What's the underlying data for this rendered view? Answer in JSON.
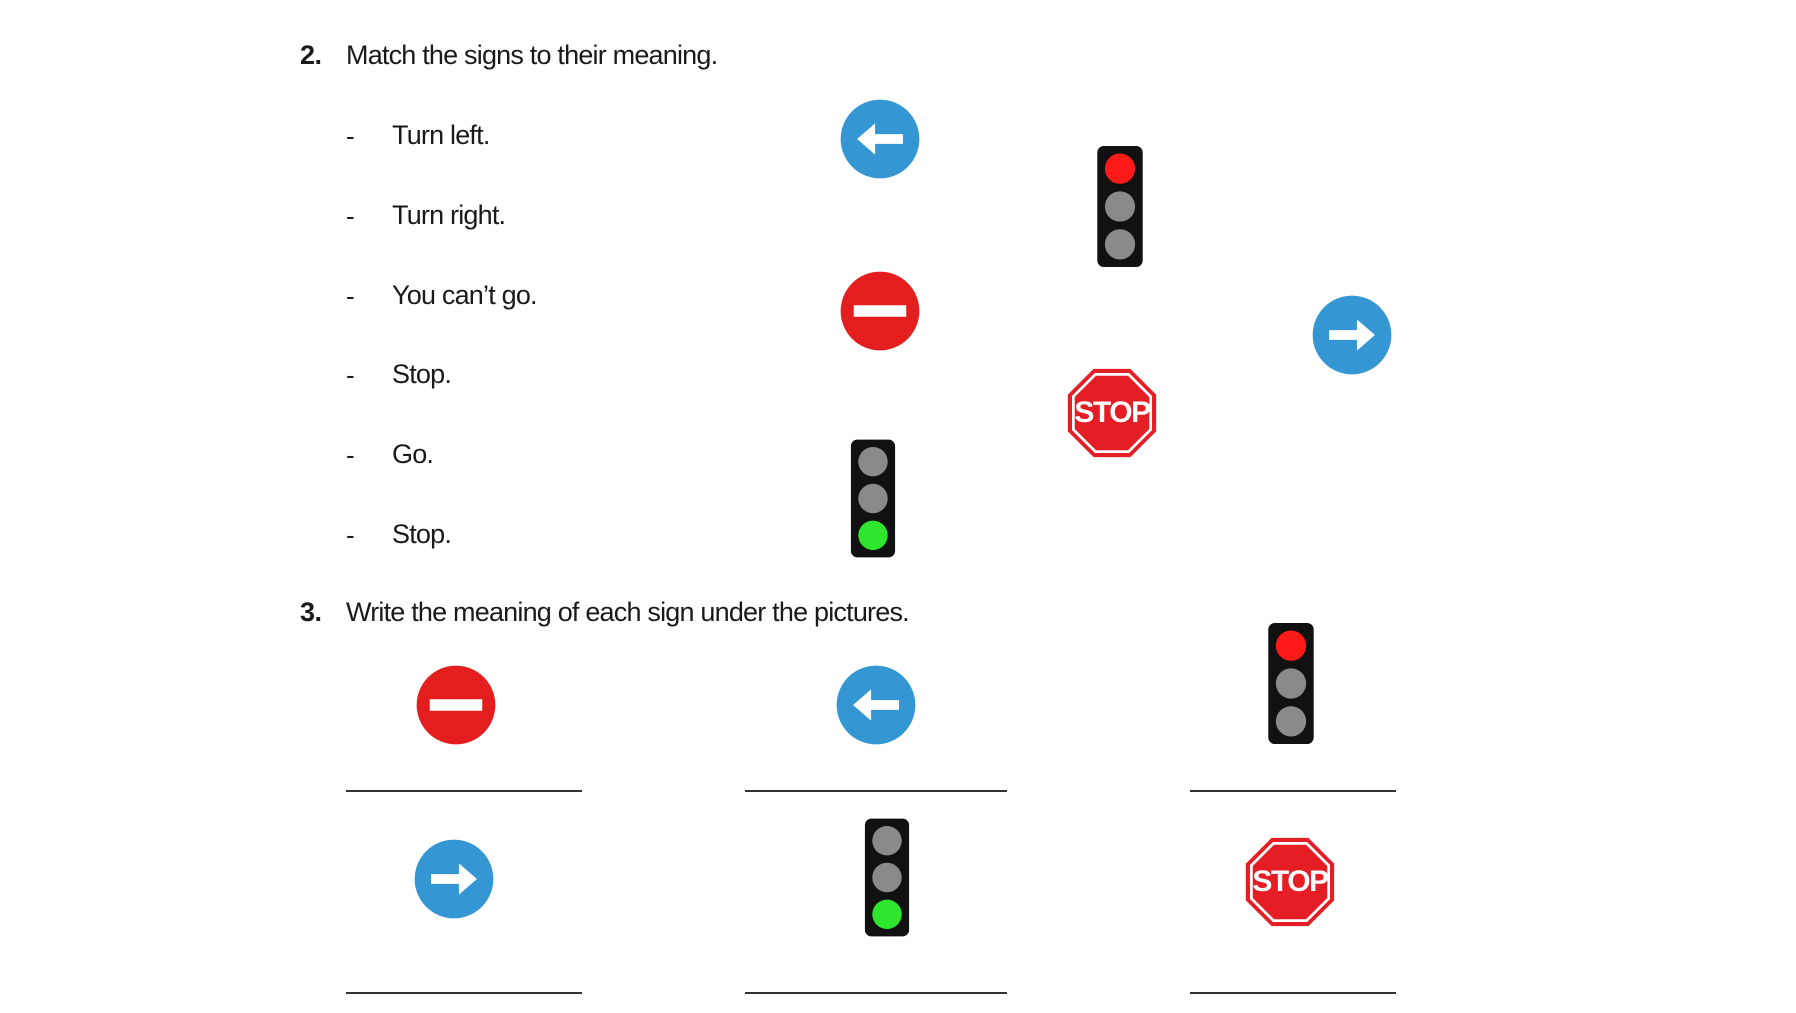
{
  "questions": [
    {
      "number": "2.",
      "prompt": "Match the signs to their meaning.",
      "options": [
        "Turn left.",
        "Turn right.",
        "You can’t go.",
        "Stop.",
        "Go.",
        "Stop."
      ],
      "dash": "-"
    },
    {
      "number": "3.",
      "prompt": "Write the meaning of each sign under the pictures."
    }
  ],
  "signs": {
    "stop_label": "STOP"
  },
  "colors": {
    "blue": "#3497d4",
    "red": "#e41e1e",
    "green": "#2ee62e",
    "light_red": "#ff1a1a",
    "grey_light": "#8a8a8a",
    "stop_red": "#e51d24"
  }
}
